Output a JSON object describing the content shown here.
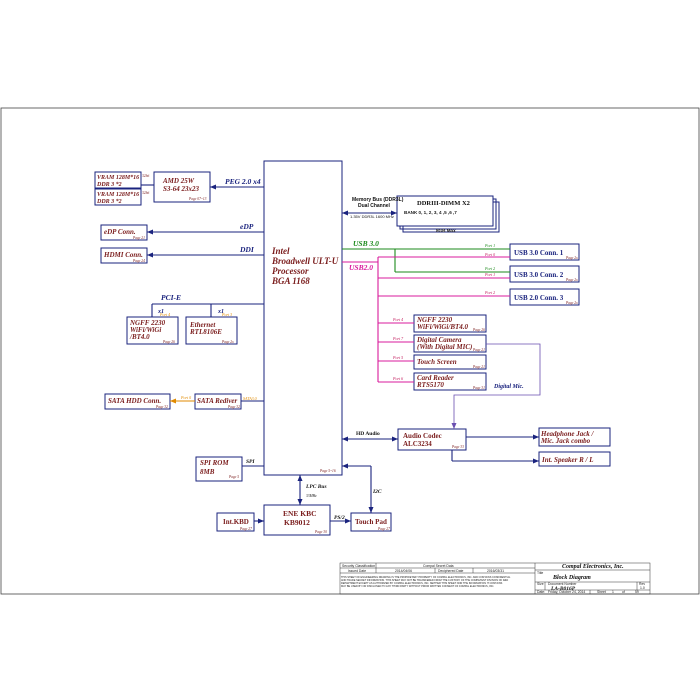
{
  "cpu": {
    "line1": "Intel",
    "line2": "Broadwell ULT-U",
    "line3": "Processor",
    "line4": "BGA 1168",
    "page": "Page 5~16"
  },
  "gpu": {
    "line1": "AMD 25W",
    "line2": "S3-64 23x23",
    "page": "Page 07~13"
  },
  "vram": [
    {
      "line1": "VRAM 128M*16",
      "line2": "DDR 3 *2",
      "bw": "32bit"
    },
    {
      "line1": "VRAM 128M*16",
      "line2": "DDR 3 *2",
      "bw": "32bit"
    }
  ],
  "dimm": {
    "title": "DDRIII-DIMM X2",
    "banks": "BANK 0, 1, 2, 3, 4 ,5 ,6 ,7",
    "cap": "8GB Max"
  },
  "bus": {
    "peg": "PEG 2.0 x4",
    "mem1": "Memory Bus (DDR3L)",
    "mem2": "Dual Channel",
    "mem3": "1.35V DDR3L 1600 MHz",
    "edp": "eDP",
    "ddi": "DDI",
    "pcie": "PCI-E",
    "x1a": "x1",
    "x1b": "x1",
    "usb3": "USB 3.0",
    "usb2": "USB2.0",
    "hda": "HD Audio",
    "spi": "SPI",
    "lpc": "LPC Bus",
    "lpc_speed": "33MHz",
    "i2c": "I2C",
    "ps2": "PS/2",
    "digmic": "Digital Mic.",
    "sata": "SATA3.0"
  },
  "blocks": {
    "edp_conn": {
      "label": "eDP Conn.",
      "page": "Page 21"
    },
    "hdmi_conn": {
      "label": "HDMI Conn.",
      "page": "Page 24"
    },
    "ngff_wifi": {
      "line1": "NGFF 2230",
      "line2": "WiFi/WiGi",
      "line3": "/BT4.0",
      "page": "Page 26",
      "port": "Port 4"
    },
    "ethernet": {
      "line1": "Ethernet",
      "line2": "RTL8106E",
      "page": "Page 2x",
      "port": "Port 3"
    },
    "sata_hdd": {
      "label": "SATA HDD Conn.",
      "page": "Page 32"
    },
    "sata_redriver": {
      "label": "SATA Rediver",
      "page": "Page 32",
      "port": "Port 0"
    },
    "spi_rom": {
      "line1": "SPI ROM",
      "line2": "8MB",
      "page": "Page 5"
    },
    "ec": {
      "line1": "ENE KBC",
      "line2": "KB9012",
      "page": "Page 30"
    },
    "kbd": {
      "label": "Int.KBD",
      "page": "Page 27"
    },
    "touchpad": {
      "label": "Touch Pad",
      "page": "Page 27"
    },
    "usb3_1": {
      "label": "USB 3.0 Conn. 1",
      "page": "Page 2x",
      "port": "Port 1"
    },
    "usb3_2": {
      "label": "USB 3.0 Conn. 2",
      "page": "Page 2x",
      "port": "Port 2"
    },
    "usb2_3": {
      "label": "USB 2.0 Conn. 3",
      "page": "Page 2x",
      "port": "Port 2"
    },
    "ngff_bt": {
      "line1": "NGFF 2230",
      "line2": "WiFi/WiGi/BT4.0",
      "page": "Page 26",
      "port": "Port 4"
    },
    "camera": {
      "line1": "Digital Camera",
      "line2": "(With Digital MIC)",
      "page": "Page 21",
      "port": "Port 7"
    },
    "touchscreen": {
      "label": "Touch Screen",
      "page": "Page 21",
      "port": "Port 5"
    },
    "cardreader": {
      "line1": "Card Reader",
      "line2": "RTS5170",
      "page": "Page 31",
      "port": "Port 6"
    },
    "codec": {
      "line1": "Audio Codec",
      "line2": "ALC3234",
      "page": "Page 33"
    },
    "hp_jack": {
      "line1": "Headphone Jack /",
      "line2": "Mic. Jack combo"
    },
    "speaker": {
      "label": "Int. Speaker R / L"
    },
    "port0_usb3": "Port 0",
    "port1_usb2": "Port 1"
  },
  "title_block": {
    "sec_label": "Security Classification",
    "sec_value": "Compal Secret Data",
    "issued_label": "Issued Date",
    "issued_value": "2014/04/06",
    "decipher_label": "Deciphered Date",
    "decipher_value": "2016/03/31",
    "company": "Compal Electronics, Inc.",
    "title_label": "Title",
    "title": "Block Diagram",
    "size_label": "Size",
    "doc_label": "Document Number",
    "doc": "LA-B016P",
    "rev_label": "Rev",
    "rev": "1.0",
    "date_label": "Date:",
    "date": "Friday, October 24, 2014",
    "sheet_label": "Sheet",
    "sheet": "1",
    "of": "of",
    "total": "59",
    "disclaimer1": "THIS SHEET OF ENGINEERING DRAWING IS THE PROPRIETARY PROPERTY OF COMPAL ELECTRONICS, INC. AND CONTAINS CONFIDENTIAL",
    "disclaimer2": "AND TRADE SECRET INFORMATION. THIS SHEET MAY NOT BE TRANSFERED FROM THE CUSTODY OF THE COMPETENT DIVISION OF R&D",
    "disclaimer3": "DEPARTMENT EXCEPT AS AUTHORIZED BY COMPAL ELECTRONICS, INC. NEITHER THIS SHEET NOR THE INFORMATION IT CONTAINS",
    "disclaimer4": "MAY BE USED BY OR DISCLOSED TO ANY THIRD PARTY WITHOUT PRIOR WRITTEN CONSENT OF COMPAL ELECTRONICS, INC."
  },
  "colors": {
    "block": "#1a237e",
    "text": "#7a1c1c",
    "usb3": "#1b8a1b",
    "usb2": "#d81b9c",
    "audio": "#1a237e",
    "orange": "#e08a00"
  }
}
